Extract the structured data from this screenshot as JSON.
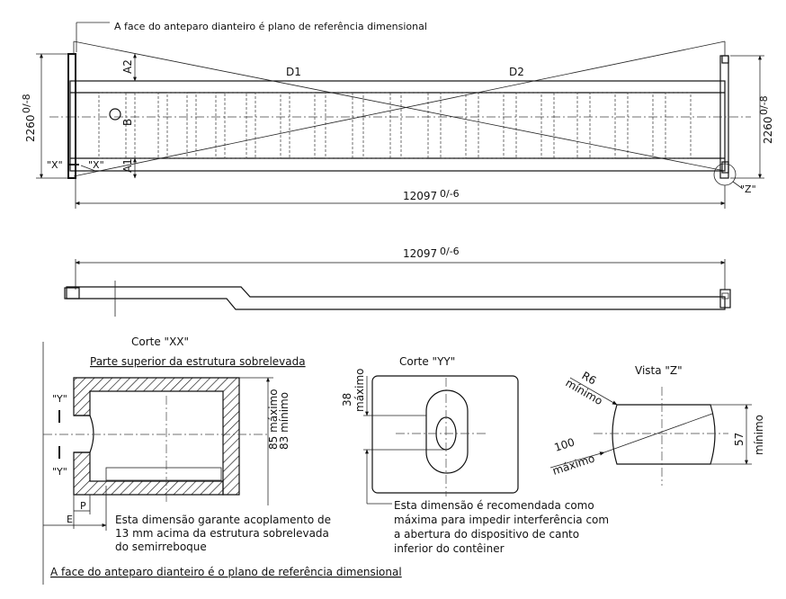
{
  "top_view": {
    "note_top": "A face do anteparo dianteiro é plano de referência dimensional",
    "diag_d1": "D1",
    "diag_d2": "D2",
    "label_a1": "A1",
    "label_a2": "A2",
    "label_b": "B",
    "width_left": "2260",
    "width_left_tol": "0/-8",
    "width_right": "2260",
    "width_right_tol": "0/-8",
    "length": "12097",
    "length_tol": "0/-6",
    "marker_x_left": "\"X\"",
    "marker_x_right": "\"X\"",
    "marker_z": "\"Z\""
  },
  "side_view": {
    "length": "12097",
    "length_tol": "0/-6"
  },
  "section_xx": {
    "title": "Corte \"XX\"",
    "top_label": "Parte superior da estrutura sobrelevada",
    "y_marker_top": "\"Y\"",
    "y_marker_bottom": "\"Y\"",
    "dim_max": "85 máximo",
    "dim_min": "83 mínimo",
    "label_p": "P",
    "label_e": "E",
    "note_line1": "Esta dimensão garante acoplamento de",
    "note_line2": "13 mm acima da estrutura sobrelevada",
    "note_line3": "do semirreboque"
  },
  "section_yy": {
    "title": "Corte \"YY\"",
    "dim_value": "38",
    "dim_label": "máximo",
    "note_line1": "Esta dimensão é recomendada como",
    "note_line2": "máxima para impedir interferência com",
    "note_line3": "a abertura do dispositivo de canto",
    "note_line4": "inferior do contêiner"
  },
  "view_z": {
    "title": "Vista \"Z\"",
    "radius_value": "R6",
    "radius_label": "mínimo",
    "diag_value": "100",
    "diag_label": "máximo",
    "height_value": "57",
    "height_label": "mínimo"
  },
  "note_bottom": "A face do anteparo dianteiro é o plano de referência dimensional"
}
